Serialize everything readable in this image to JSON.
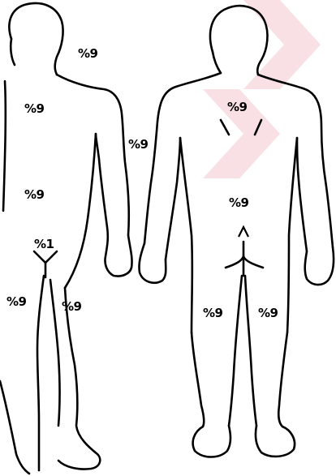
{
  "figure": {
    "front_view": {
      "labels": {
        "head": "%9",
        "chest": "%9",
        "arm": "%9",
        "abdomen": "%9",
        "groin": "%1",
        "left_leg": "%9",
        "right_leg": "%9"
      }
    },
    "back_view": {
      "labels": {
        "upper_back": "%9",
        "lower_back": "%9",
        "left_leg": "%9",
        "right_leg": "%9"
      }
    }
  },
  "colors": {
    "outline": "#000000",
    "background": "#ffffff",
    "watermark": "#f6d6dc"
  }
}
